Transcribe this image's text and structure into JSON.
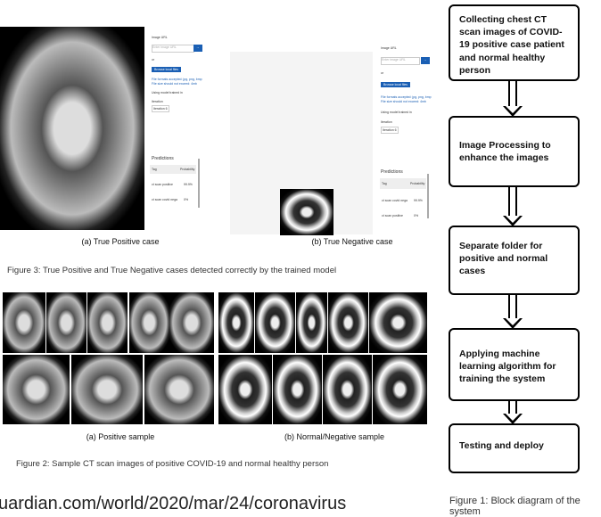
{
  "panels": [
    {
      "image_url_label": "Image URL",
      "placeholder": "Enter image URL",
      "or": "or",
      "browse": "Browse local files",
      "formats": "File formats accepted: jpg, png, bmp",
      "size": "File size should not exceed: 4mb",
      "model": "Using model trained in",
      "iteration_label": "Iteration",
      "iteration": "Iteration 6",
      "predictions": "Predictions",
      "tag": "Tag",
      "probability": "Probability",
      "rows": [
        {
          "tag": "ct scan positive",
          "p": "99.9%"
        },
        {
          "tag": "ct scan covid nega",
          "p": "0%"
        }
      ]
    },
    {
      "image_url_label": "Image URL",
      "placeholder": "Enter image URL",
      "or": "or",
      "browse": "Browse local files",
      "formats": "File formats accepted: jpg, png, bmp",
      "size": "File size should not exceed: 4mb",
      "model": "Using model trained in",
      "iteration_label": "Iteration",
      "iteration": "Iteration 6",
      "predictions": "Predictions",
      "tag": "Tag",
      "probability": "Probability",
      "rows": [
        {
          "tag": "ct scan covid nega",
          "p": "99.9%"
        },
        {
          "tag": "ct scan positive",
          "p": "0%"
        }
      ]
    }
  ],
  "captions": {
    "a_top": "(a) True Positive case",
    "b_top": "(b) True Negative case",
    "fig3": "Figure 3: True Positive and True Negative cases detected correctly by the trained model",
    "a_bot": "(a) Positive sample",
    "b_bot": "(b) Normal/Negative sample",
    "fig2": "Figure 2: Sample CT scan images of positive COVID-19 and normal healthy person",
    "url": "uardian.com/world/2020/mar/24/coronavirus",
    "fig1": "Figure 1: Block diagram of the system"
  },
  "flow": [
    "Collecting chest CT scan images of COVID-19 positive case patient and normal healthy person",
    "Image Processing to enhance the images",
    "Separate folder for positive and normal cases",
    "Applying machine learning algorithm for training the system",
    "Testing and deploy"
  ]
}
